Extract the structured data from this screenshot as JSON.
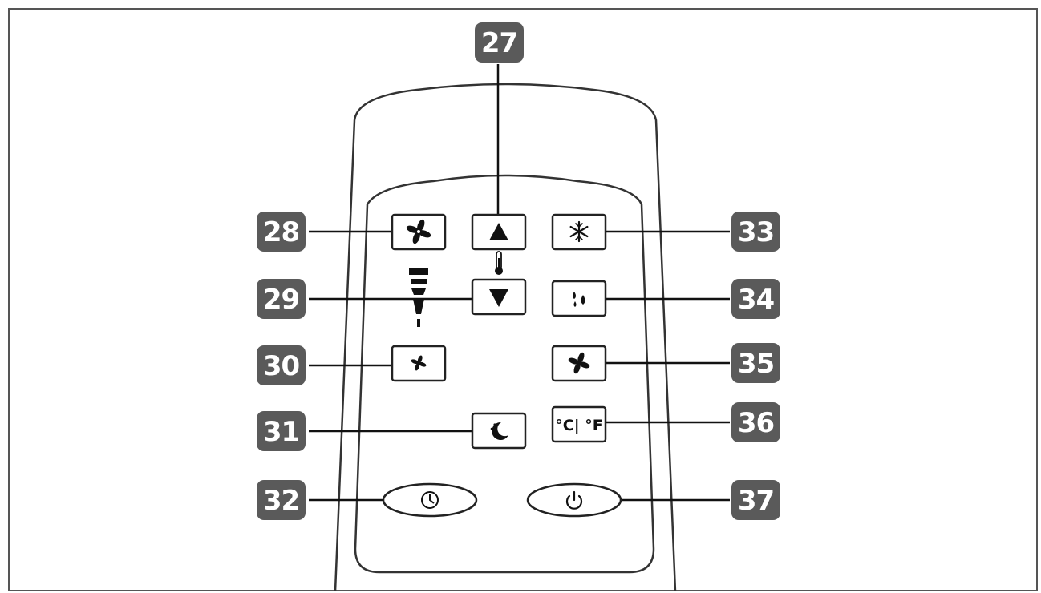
{
  "callouts": {
    "c27": "27",
    "c28": "28",
    "c29": "29",
    "c30": "30",
    "c31": "31",
    "c32": "32",
    "c33": "33",
    "c34": "34",
    "c35": "35",
    "c36": "36",
    "c37": "37"
  },
  "buttons": {
    "unit_toggle": "°C| °F"
  },
  "icons": {
    "fan_speed": "fan-icon",
    "temp_up": "triangle-up-icon",
    "temp_down": "triangle-down-icon",
    "thermometer": "thermometer-icon",
    "fan_levels": "fan-level-bars-icon",
    "low_fan": "small-fan-icon",
    "sleep": "moon-icon",
    "timer": "clock-icon",
    "cool": "snowflake-icon",
    "dry": "water-drops-icon",
    "fan_mode": "fan-icon",
    "power": "power-icon"
  },
  "colors": {
    "badge": "#5a5a5a",
    "outline": "#222222",
    "background": "#ffffff"
  }
}
